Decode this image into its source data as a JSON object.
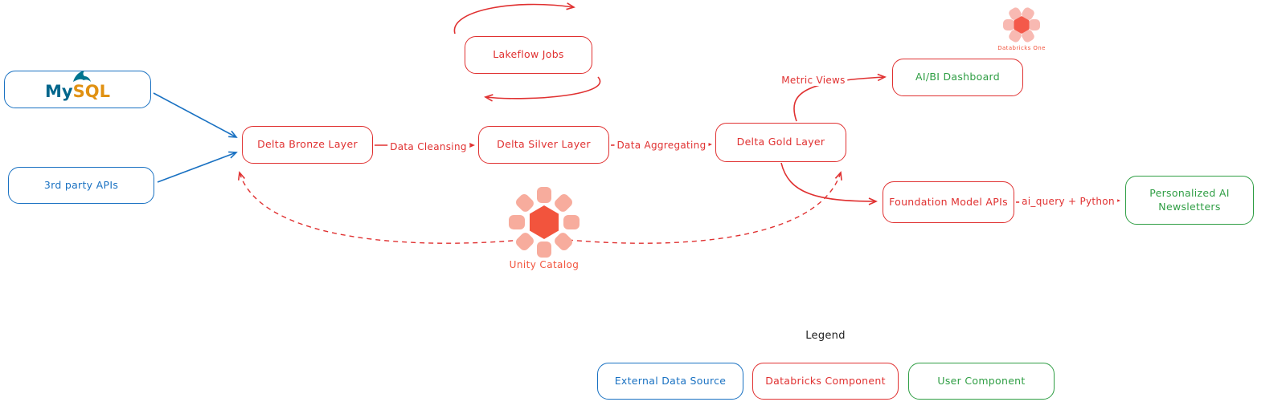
{
  "colors": {
    "external_blue": "#1971c2",
    "databricks_red": "#e03131",
    "user_green": "#2f9e44",
    "unity_catalog_core": "#f2543d",
    "unity_catalog_petal": "#f7ac9d",
    "mysql_blue": "#00668c",
    "mysql_orange": "#e09112"
  },
  "nodes": {
    "mysql": {
      "label_prefix": "My",
      "label_suffix": "SQL"
    },
    "third_party_apis": {
      "label": "3rd party APIs"
    },
    "delta_bronze": {
      "label": "Delta Bronze Layer"
    },
    "delta_silver": {
      "label": "Delta Silver Layer"
    },
    "delta_gold": {
      "label": "Delta Gold Layer"
    },
    "lakeflow_jobs": {
      "label": "Lakeflow Jobs"
    },
    "aibi_dashboard": {
      "label": "AI/BI Dashboard"
    },
    "foundation_model_apis": {
      "label": "Foundation Model APIs"
    },
    "personalized_newsletters": {
      "label": "Personalized AI Newsletters"
    }
  },
  "edge_labels": {
    "data_cleansing": "Data Cleansing",
    "data_aggregating": "Data Aggregating",
    "metric_views": "Metric Views",
    "ai_query_python": "ai_query + Python"
  },
  "unity_catalog": {
    "label": "Unity Catalog"
  },
  "databricks_one": {
    "label": "Databricks One"
  },
  "legend": {
    "title": "Legend",
    "items": [
      {
        "label": "External Data Source"
      },
      {
        "label": "Databricks Component"
      },
      {
        "label": "User Component"
      }
    ]
  }
}
